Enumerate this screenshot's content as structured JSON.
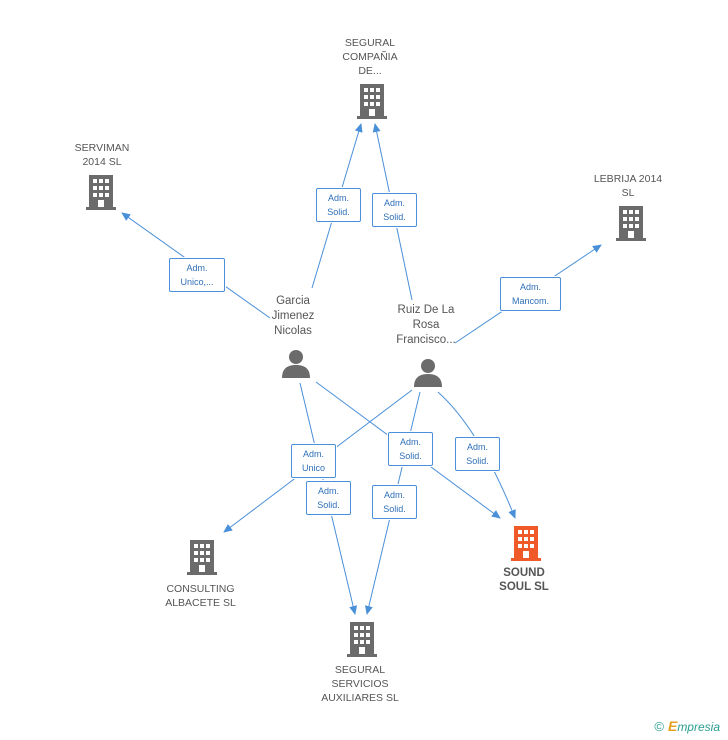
{
  "nodes": {
    "segural_compania": {
      "label": "SEGURAL\nCOMPAÑIA\nDE...",
      "type": "company"
    },
    "serviman": {
      "label": "SERVIMAN\n2014 SL",
      "type": "company"
    },
    "lebrija": {
      "label": "LEBRIJA 2014\nSL",
      "type": "company"
    },
    "garcia": {
      "label": "Garcia\nJimenez\nNicolas",
      "type": "person"
    },
    "ruiz": {
      "label": "Ruiz De La\nRosa\nFrancisco...",
      "type": "person"
    },
    "consulting": {
      "label": "CONSULTING\nALBACETE  SL",
      "type": "company"
    },
    "sound_soul": {
      "label": "SOUND\nSOUL SL",
      "type": "company-main"
    },
    "segural_servicios": {
      "label": "SEGURAL\nSERVICIOS\nAUXILIARES SL",
      "type": "company"
    }
  },
  "edges": {
    "garcia_segural": "Adm.\nSolid.",
    "ruiz_segural": "Adm.\nSolid.",
    "garcia_serviman": "Adm.\nUnico,...",
    "ruiz_lebrija": "Adm.\nMancom.",
    "ruiz_consulting": "Adm.\nUnico",
    "garcia_sound": "Adm.\nSolid.",
    "ruiz_sound": "Adm.\nSolid.",
    "garcia_servicios": "Adm.\nSolid.",
    "ruiz_servicios": "Adm.\nSolid."
  },
  "colors": {
    "edge": "#4a90d9",
    "company_icon": "#6b6b6b",
    "main_company_icon": "#f05a28",
    "person_icon": "#6b6b6b"
  },
  "footer": {
    "copyright": "©",
    "brand_initial": "E",
    "brand_rest": "mpresia"
  }
}
